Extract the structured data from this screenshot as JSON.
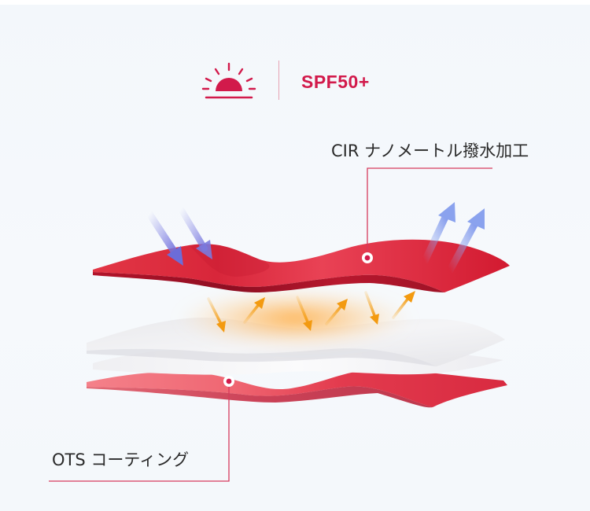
{
  "header": {
    "icon": "sun-rising-icon",
    "spf_label": "SPF50+"
  },
  "labels": {
    "top_layer": "CIR ナノメートル撥水加工",
    "bottom_layer": "OTS コーティング"
  },
  "colors": {
    "brand_red": "#d21a4b",
    "top_layer_red": "#dd2e3e",
    "bottom_layer_pink": "#f0707a",
    "incoming_arrow": "#8888e6",
    "outgoing_arrow": "#8aa4ef",
    "heat_arrow": "#f5a21a",
    "leader_line": "#d63a5c"
  }
}
